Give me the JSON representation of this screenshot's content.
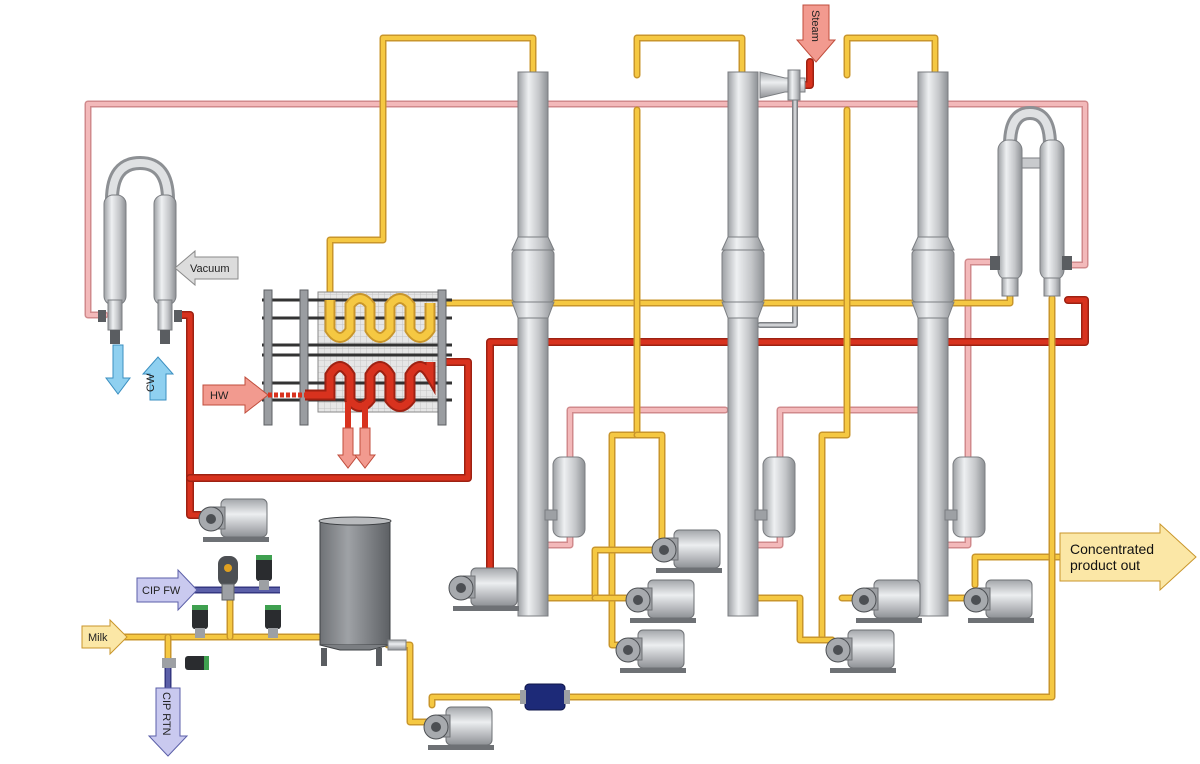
{
  "labels": {
    "vacuum": "Vacuum",
    "hw": "HW",
    "cw": "CW",
    "steam": "Steam",
    "cip_fw": "CIP FW",
    "milk": "Milk",
    "cip_rtn": "CIP RTN",
    "product_out_line1": "Concentrated",
    "product_out_line2": "product out"
  },
  "colors": {
    "product_line": "#f5c842",
    "product_outline": "#c9962b",
    "vapour_line": "#f3b9ba",
    "vapour_outline": "#d18a8c",
    "steam_line": "#d8321e",
    "steam_outline": "#9e2112",
    "cooling_water": "#8fd0f0",
    "cip_line": "#5b5fa8",
    "vessel_steel": "#c8cacd",
    "pump_steel": "#b7b9bc",
    "arrow_yellow_fill": "#fbe7a6",
    "arrow_red_fill": "#f29a8f",
    "arrow_blue_fill": "#c9c9ef",
    "arrow_grey_fill": "#dcdcdc"
  }
}
